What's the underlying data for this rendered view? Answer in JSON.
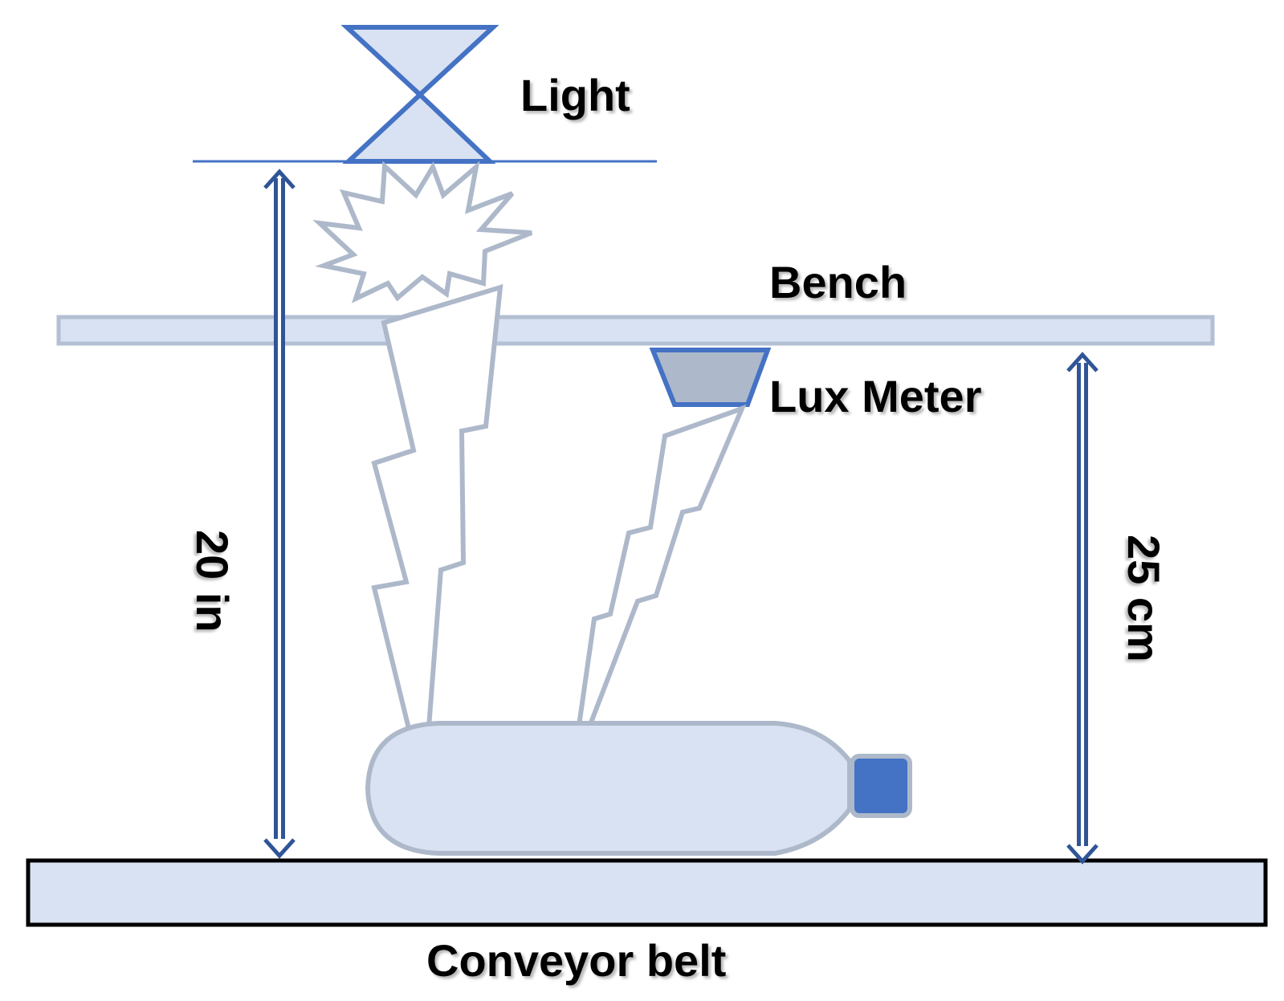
{
  "labels": {
    "light": "Light",
    "bench": "Bench",
    "lux_meter": "Lux Meter",
    "distance_light": "20 in",
    "distance_bench": "25 cm",
    "conveyor_belt": "Conveyor belt"
  },
  "colors": {
    "light_fill": "#d9e2f2",
    "light_stroke": "#4472c4",
    "bench_fill": "#d9e2f2",
    "bench_stroke": "#b3bfd3",
    "lux_meter_fill": "#adb9ca",
    "lux_meter_stroke": "#4472c4",
    "ray_stroke": "#adb9ca",
    "bottle_fill": "#d9e2f2",
    "bottle_stroke": "#adb9ca",
    "cap_fill": "#4472c4",
    "arrow_color": "#2f5597",
    "belt_fill": "#d9e2f2",
    "belt_stroke": "#000000"
  }
}
